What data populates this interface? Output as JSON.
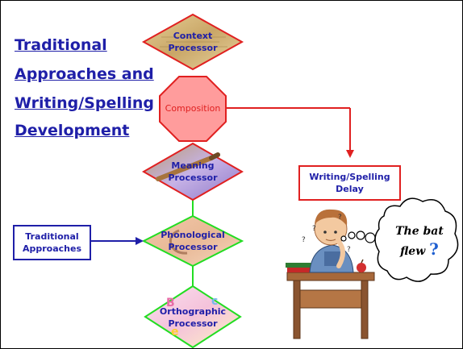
{
  "title": {
    "line1": "Traditional",
    "line2": "Approaches and",
    "line3": "Writing/Spelling",
    "line4": "Development"
  },
  "nodes": {
    "context": {
      "line1": "Context",
      "line2": "Processor"
    },
    "composition": {
      "label": "Composition"
    },
    "meaning": {
      "line1": "Meaning",
      "line2": "Processor"
    },
    "phonological": {
      "line1": "Phonological",
      "line2": "Processor"
    },
    "orthographic": {
      "line1": "Orthographic",
      "line2": "Processor"
    }
  },
  "boxes": {
    "writing_delay": {
      "line1": "Writing/Spelling",
      "line2": "Delay"
    },
    "traditional": {
      "line1": "Traditional",
      "line2": "Approaches"
    }
  },
  "thought_bubble": {
    "text": "The bat flew",
    "question_mark": "?"
  },
  "colors": {
    "title": "#1f1fa8",
    "red_border": "#e02020",
    "green_border": "#22dd22",
    "composition_fill": "#ff9c9c",
    "arrow_red": "#e02020",
    "arrow_blue": "#1f1fa8"
  }
}
